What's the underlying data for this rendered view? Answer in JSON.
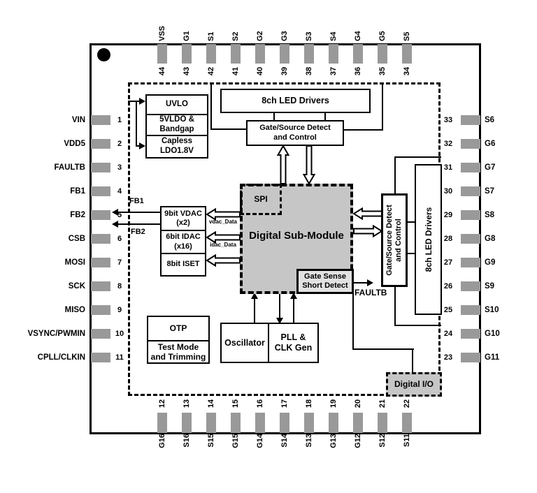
{
  "pins": {
    "top": [
      {
        "num": "44",
        "label": "VSS"
      },
      {
        "num": "43",
        "label": "G1"
      },
      {
        "num": "42",
        "label": "S1"
      },
      {
        "num": "41",
        "label": "S2"
      },
      {
        "num": "40",
        "label": "G2"
      },
      {
        "num": "39",
        "label": "G3"
      },
      {
        "num": "38",
        "label": "S3"
      },
      {
        "num": "37",
        "label": "S4"
      },
      {
        "num": "36",
        "label": "G4"
      },
      {
        "num": "35",
        "label": "G5"
      },
      {
        "num": "34",
        "label": "S5"
      }
    ],
    "left": [
      {
        "num": "1",
        "label": "VIN"
      },
      {
        "num": "2",
        "label": "VDD5"
      },
      {
        "num": "3",
        "label": "FAULTB"
      },
      {
        "num": "4",
        "label": "FB1"
      },
      {
        "num": "5",
        "label": "FB2"
      },
      {
        "num": "6",
        "label": "CSB"
      },
      {
        "num": "7",
        "label": "MOSI"
      },
      {
        "num": "8",
        "label": "SCK"
      },
      {
        "num": "9",
        "label": "MISO"
      },
      {
        "num": "10",
        "label": "VSYNC/PWMIN"
      },
      {
        "num": "11",
        "label": "CPLL/CLKIN"
      }
    ],
    "right": [
      {
        "num": "33",
        "label": "S6"
      },
      {
        "num": "32",
        "label": "G6"
      },
      {
        "num": "31",
        "label": "G7"
      },
      {
        "num": "30",
        "label": "S7"
      },
      {
        "num": "29",
        "label": "S8"
      },
      {
        "num": "28",
        "label": "G8"
      },
      {
        "num": "27",
        "label": "G9"
      },
      {
        "num": "26",
        "label": "S9"
      },
      {
        "num": "25",
        "label": "S10"
      },
      {
        "num": "24",
        "label": "G10"
      },
      {
        "num": "23",
        "label": "G11"
      }
    ],
    "bottom": [
      {
        "num": "12",
        "label": "G16"
      },
      {
        "num": "13",
        "label": "S16"
      },
      {
        "num": "14",
        "label": "S15"
      },
      {
        "num": "15",
        "label": "G15"
      },
      {
        "num": "16",
        "label": "G14"
      },
      {
        "num": "17",
        "label": "S14"
      },
      {
        "num": "18",
        "label": "S13"
      },
      {
        "num": "19",
        "label": "G13"
      },
      {
        "num": "20",
        "label": "G12"
      },
      {
        "num": "21",
        "label": "S12"
      },
      {
        "num": "22",
        "label": "S11"
      }
    ]
  },
  "blocks": {
    "uvlo": "UVLO",
    "vldo_bandgap": "5VLDO &\nBandgap",
    "capless_ldo": "Capless\nLDO1.8V",
    "led_drivers_top": "8ch LED Drivers",
    "gate_source_detect_top": "Gate/Source Detect\nand Control",
    "spi": "SPI",
    "digital_sub_module": "Digital Sub-Module",
    "vdac": "9bit VDAC\n(x2)",
    "idac": "6bit IDAC\n(x16)",
    "iset": "8bit ISET",
    "gate_sense": "Gate Sense\nShort Detect",
    "otp": "OTP",
    "test_mode": "Test Mode\nand Trimming",
    "oscillator": "Oscillator",
    "pll_clk_gen": "PLL &\nCLK Gen",
    "gate_source_detect_right": "Gate/Source Detect\nand Control",
    "led_drivers_right": "8ch LED Drivers",
    "digital_io": "Digital I/O"
  },
  "signal_labels": {
    "fb1": "FB1",
    "fb2": "FB2",
    "vdac_data": "vdac_Data",
    "idac_data": "idac_Data",
    "faultb": "FAULTB"
  },
  "colors": {
    "block_gray": "#c6c6c6",
    "light_gray": "#e2e2e2",
    "pin_gray": "#999999",
    "line_black": "#000000"
  }
}
